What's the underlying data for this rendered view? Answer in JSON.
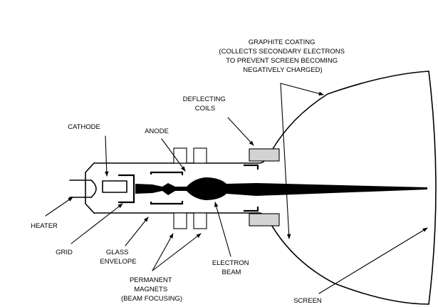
{
  "labels": {
    "graphite_coating": [
      "GRAPHITE COATING",
      "(COLLECTS SECONDARY ELECTRONS",
      "TO PREVENT SCREEN BECOMING",
      "NEGATIVELY CHARGED)"
    ],
    "deflecting_coils": [
      "DEFLECTING",
      "COILS"
    ],
    "cathode": "CATHODE",
    "anode": "ANODE",
    "heater": "HEATER",
    "grid": "GRID",
    "glass_envelope": [
      "GLASS",
      "ENVELOPE"
    ],
    "permanent_magnets": [
      "PERMANENT",
      "MAGNETS",
      "(BEAM FOCUSING)"
    ],
    "electron_beam": [
      "ELECTRON",
      "BEAM"
    ],
    "screen": "SCREEN"
  },
  "colors": {
    "line": "#000000",
    "coil_fill": "#d3d3d3",
    "background": "#ffffff"
  }
}
